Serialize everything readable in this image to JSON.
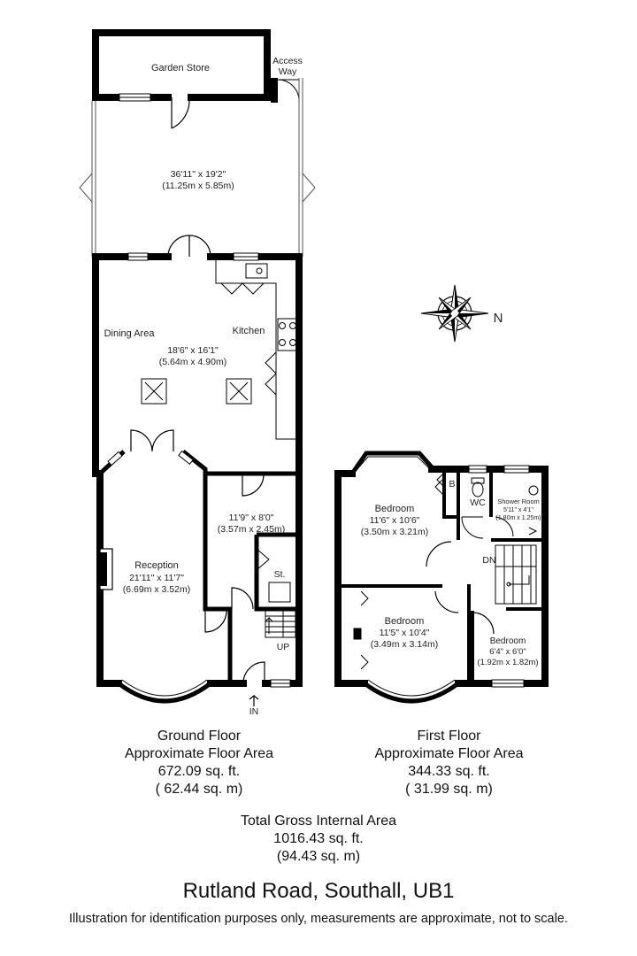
{
  "garden": {
    "store_label": "Garden Store",
    "access_line1": "Access",
    "access_line2": "Way",
    "dims_imperial": "36'11\" x 19'2\"",
    "dims_metric": "(11.25m x 5.85m)"
  },
  "ground_floor": {
    "dining_label": "Dining Area",
    "kitchen_label": "Kitchen",
    "kitchen_dims_imperial": "18'6\" x 16'1\"",
    "kitchen_dims_metric": "(5.64m x 4.90m)",
    "room2_dims_imperial": "11'9\" x 8'0\"",
    "room2_dims_metric": "(3.57m x 2.45m)",
    "store_label": "St.",
    "reception_label": "Reception",
    "reception_dims_imperial": "21'11\" x 11'7\"",
    "reception_dims_metric": "(6.69m x 3.52m)",
    "up_label": "UP",
    "in_label": "IN"
  },
  "first_floor": {
    "bed1_label": "Bedroom",
    "bed1_dims_imperial": "11'6\" x 10'6\"",
    "bed1_dims_metric": "(3.50m x 3.21m)",
    "boiler_label": "B",
    "wc_label": "WC",
    "shower_label": "Shower Room",
    "shower_dims_imperial": "5'11\" x 4'1\"",
    "shower_dims_metric": "(1.80m x 1.25m)",
    "dn_label": "DN",
    "bed2_label": "Bedroom",
    "bed2_dims_imperial": "11'5\" x 10'4\"",
    "bed2_dims_metric": "(3.49m x 3.14m)",
    "bed3_label": "Bedroom",
    "bed3_dims_imperial": "6'4\" x 6'0\"",
    "bed3_dims_metric": "(1.92m x 1.82m)"
  },
  "compass": {
    "north_label": "N"
  },
  "summary": {
    "ground": {
      "line1": "Ground Floor",
      "line2": "Approximate Floor Area",
      "line3": "672.09 sq. ft.",
      "line4": "( 62.44 sq. m)"
    },
    "first": {
      "line1": "First Floor",
      "line2": "Approximate Floor Area",
      "line3": "344.33 sq. ft.",
      "line4": "( 31.99 sq. m)"
    },
    "total": {
      "line1": "Total Gross Internal Area",
      "line2": "1016.43 sq. ft.",
      "line3": "(94.43 sq. m)"
    }
  },
  "address": "Rutland Road, Southall, UB1",
  "disclaimer": "Illustration for identification purposes only, measurements are approximate, not to scale.",
  "colors": {
    "wall": "#000000",
    "thin": "#555555",
    "text": "#222222",
    "background": "#ffffff"
  }
}
